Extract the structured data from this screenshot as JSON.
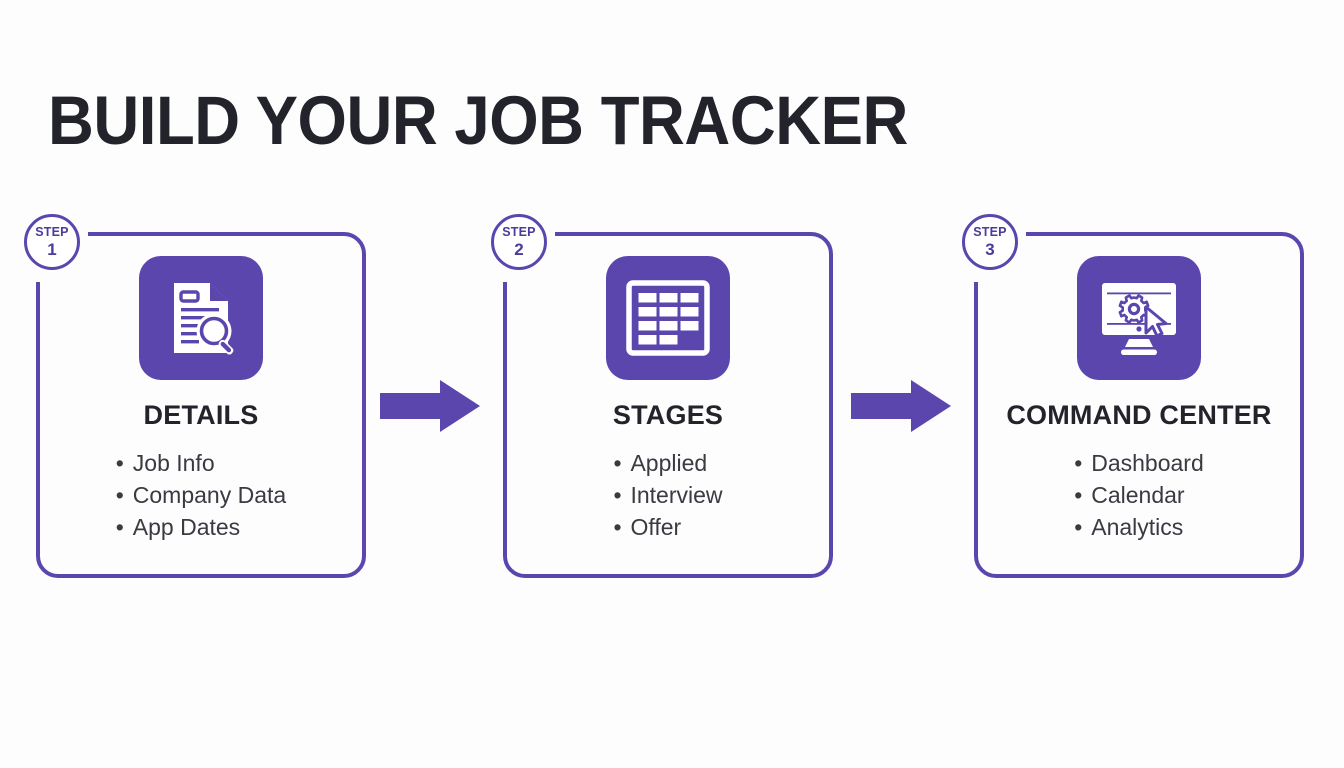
{
  "title": "BUILD YOUR JOB TRACKER",
  "theme": {
    "purple": "#5b46ae",
    "badge_text": "#4c3a9c",
    "title_color": "#23232b",
    "body_text": "#3a3a42",
    "background": "#fdfdfd"
  },
  "steps": [
    {
      "badge_label": "STEP",
      "badge_number": "1",
      "icon": "document-search-icon",
      "title": "DETAILS",
      "bullets": [
        "Job Info",
        "Company Data",
        "App Dates"
      ]
    },
    {
      "badge_label": "STEP",
      "badge_number": "2",
      "icon": "spreadsheet-table-icon",
      "title": "STAGES",
      "bullets": [
        "Applied",
        "Interview",
        "Offer"
      ]
    },
    {
      "badge_label": "STEP",
      "badge_number": "3",
      "icon": "monitor-gear-cursor-icon",
      "title": "COMMAND CENTER",
      "bullets": [
        "Dashboard",
        "Calendar",
        "Analytics"
      ]
    }
  ],
  "connectors": [
    {
      "name": "arrow-step1-to-step2"
    },
    {
      "name": "arrow-step2-to-step3"
    }
  ]
}
